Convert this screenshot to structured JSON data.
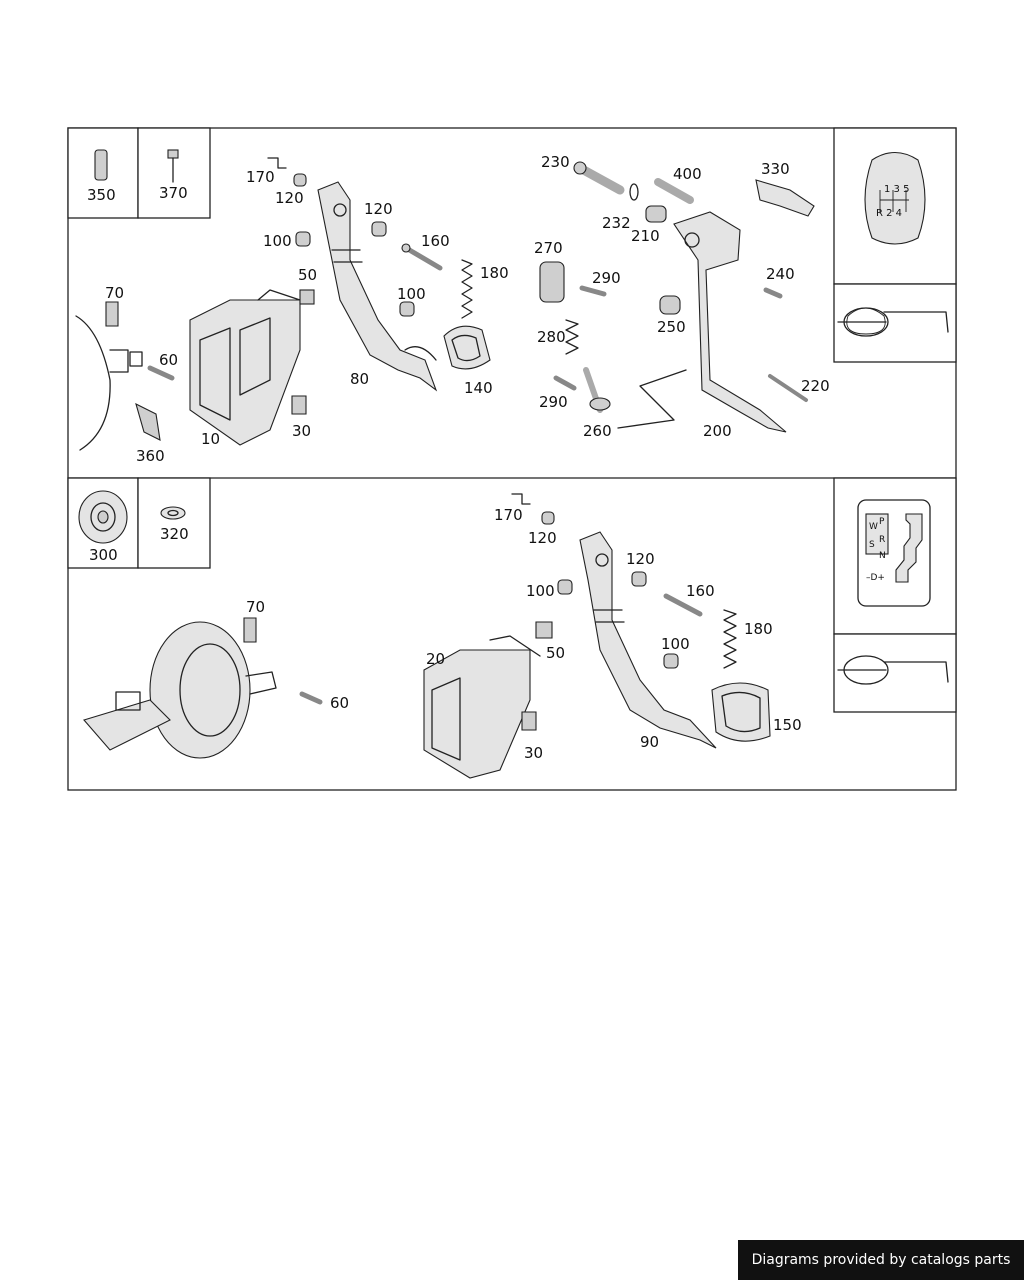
{
  "callouts": {
    "top": [
      "350",
      "370",
      "170",
      "120",
      "120",
      "100",
      "160",
      "180",
      "50",
      "100",
      "70",
      "60",
      "80",
      "140",
      "10",
      "30",
      "360",
      "230",
      "400",
      "330",
      "232",
      "210",
      "270",
      "290",
      "240",
      "250",
      "280",
      "220",
      "290",
      "260",
      "200"
    ],
    "bottom": [
      "300",
      "320",
      "170",
      "120",
      "120",
      "100",
      "160",
      "180",
      "70",
      "50",
      "100",
      "20",
      "60",
      "30",
      "90",
      "150"
    ]
  },
  "gear_pattern": {
    "row1": "1 3 5",
    "row2": "R 2 4"
  },
  "selector_letters": [
    "W",
    "S",
    "P",
    "R",
    "N",
    "–D+"
  ],
  "credit": "Diagrams provided by catalogs parts"
}
